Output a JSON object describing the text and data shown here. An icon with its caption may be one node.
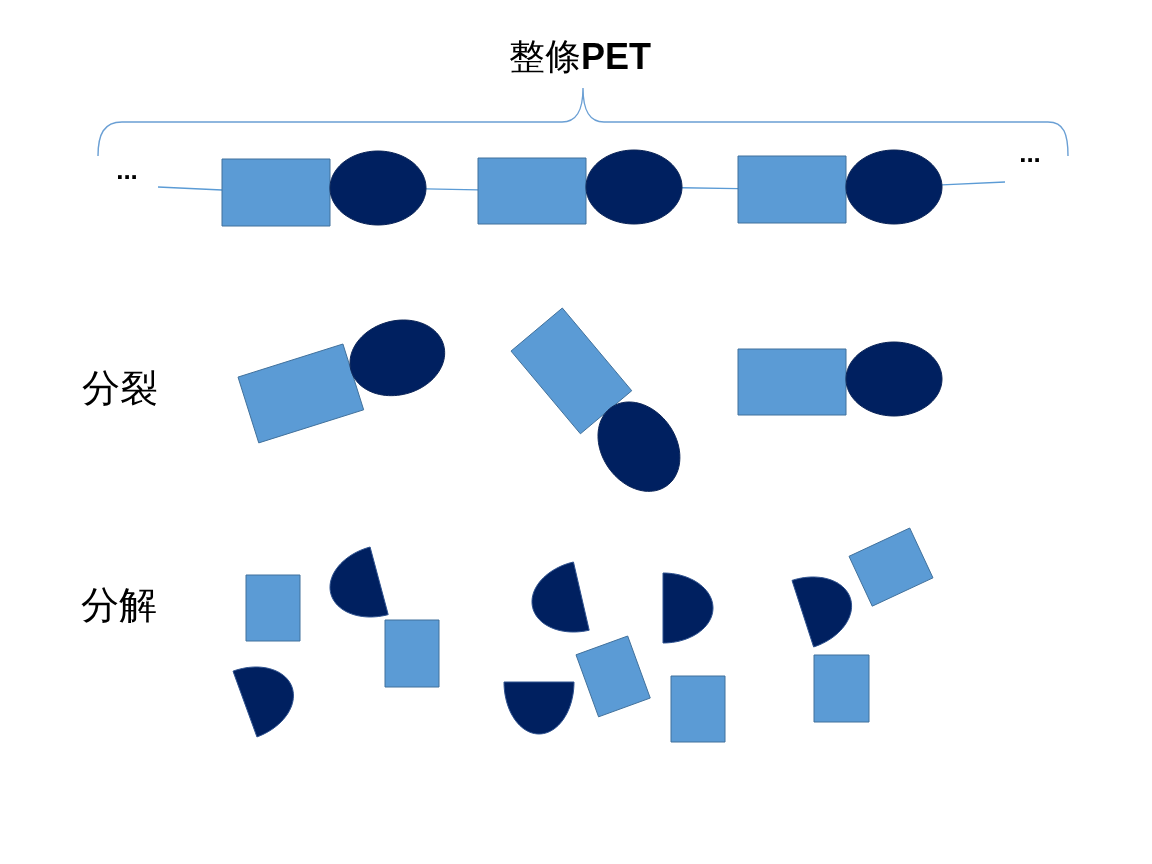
{
  "diagram": {
    "nodes": [
      {
        "text": [],
        "shape": "box"
      },
      {
        "text": [],
        "shape": "ellipse"
      },
      {
        "text": [],
        "shape": "box"
      },
      {
        "text": [],
        "shape": "ellipse"
      },
      {
        "text": [],
        "shape": "box"
      },
      {
        "text": [],
        "shape": "ellipse"
      },
      {
        "text": [],
        "shape": "box"
      },
      {
        "text": [],
        "shape": "ellipse"
      },
      {
        "text": [],
        "shape": "box"
      },
      {
        "text": [],
        "shape": "ellipse"
      },
      {
        "text": [],
        "shape": "box"
      },
      {
        "text": [],
        "shape": "ellipse"
      },
      {
        "text": [],
        "shape": "semicircle"
      },
      {
        "text": [],
        "shape": "box"
      },
      {
        "text": [],
        "shape": "box"
      },
      {
        "text": [],
        "shape": "semicircle"
      },
      {
        "text": [],
        "shape": "semicircle"
      },
      {
        "text": [],
        "shape": "box"
      },
      {
        "text": [],
        "shape": "semicircle"
      },
      {
        "text": [],
        "shape": "semicircle"
      },
      {
        "text": [],
        "shape": "box"
      },
      {
        "text": [],
        "shape": "box"
      },
      {
        "text": [],
        "shape": "semicircle"
      },
      {
        "text": [],
        "shape": "box"
      }
    ],
    "edges": [
      {
        "from": null,
        "to": 0,
        "arrow": "none"
      },
      {
        "from": 1,
        "to": 2,
        "arrow": "none"
      },
      {
        "from": 3,
        "to": 4,
        "arrow": "none"
      },
      {
        "from": 5,
        "to": null,
        "arrow": "none"
      }
    ],
    "labels": [
      "整條**PET**",
      "...",
      "...",
      "分裂",
      "分解"
    ]
  }
}
